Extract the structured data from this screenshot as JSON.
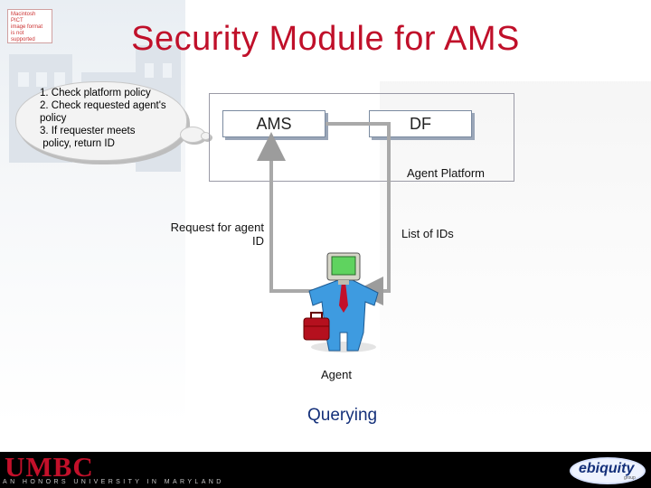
{
  "header": {
    "title": "Security Module for AMS"
  },
  "thumbnail": {
    "lines": [
      "Macintosh PICT",
      "image format",
      "is not supported"
    ]
  },
  "thought_bubble": {
    "lines": [
      "1. Check platform policy",
      "2. Check requested agent's",
      "policy",
      "3. If requester meets",
      " policy, return ID"
    ]
  },
  "diagram": {
    "ams_label": "AMS",
    "df_label": "DF",
    "platform_label": "Agent Platform",
    "request_label_1": "Request for agent",
    "request_label_2": "ID",
    "ids_label": "List of IDs",
    "agent_label": "Agent",
    "querying_label": "Querying"
  },
  "footer": {
    "logo_text": "UMBC",
    "tagline": "AN HONORS UNIVERSITY IN MARYLAND",
    "partner_logo": "ebiquity",
    "partner_sub": "group"
  },
  "colors": {
    "title": "#c0102a",
    "querying": "#14307a",
    "arrow": "#a9a9a9",
    "agent_shirt": "#3e9be0",
    "agent_tie": "#c3102a",
    "briefcase": "#b5101e"
  }
}
